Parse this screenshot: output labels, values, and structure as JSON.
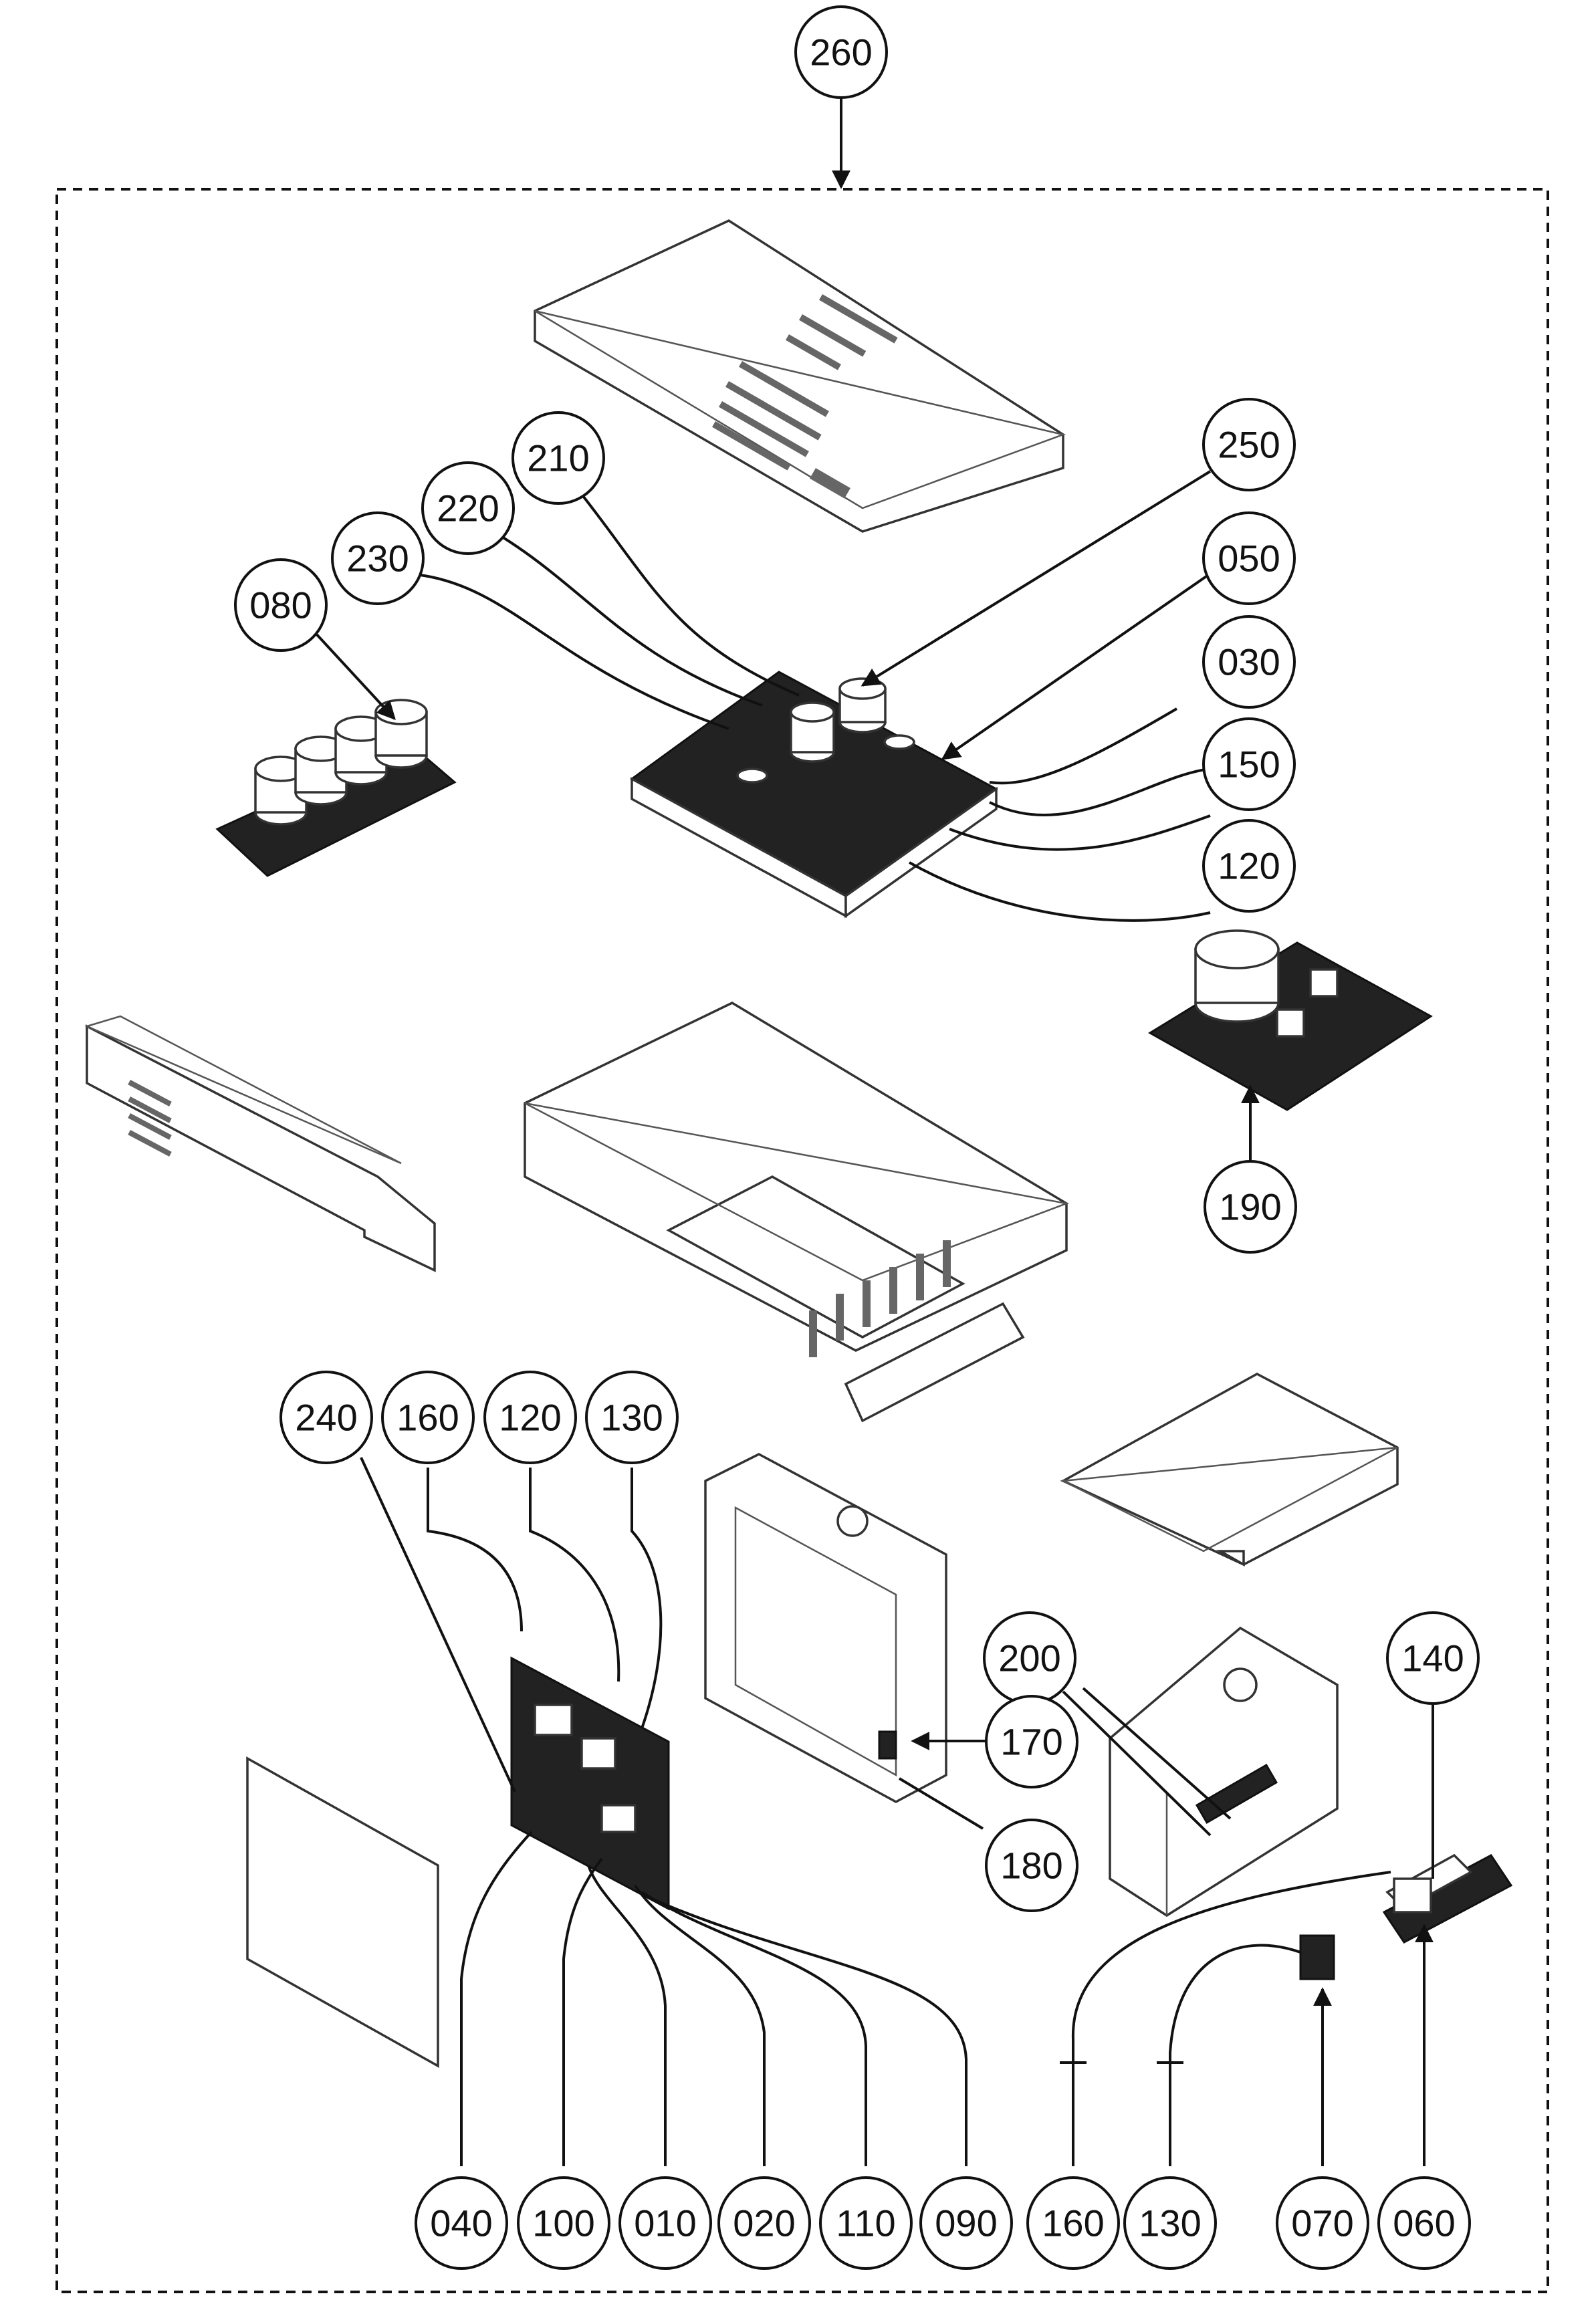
{
  "callouts": {
    "c260": "260",
    "c210": "210",
    "c220": "220",
    "c230": "230",
    "c080": "080",
    "c250": "250",
    "c050": "050",
    "c030": "030",
    "c150": "150",
    "c120a": "120",
    "c190": "190",
    "c240": "240",
    "c160a": "160",
    "c120b": "120",
    "c130a": "130",
    "c200": "200",
    "c140": "140",
    "c170": "170",
    "c180": "180",
    "c040": "040",
    "c100": "100",
    "c010": "010",
    "c020": "020",
    "c110": "110",
    "c090": "090",
    "c160b": "160",
    "c130b": "130",
    "c070": "070",
    "c060": "060"
  },
  "colors": {
    "line": "#111111",
    "part_fill": "#ffffff",
    "part_dark": "#222222"
  }
}
